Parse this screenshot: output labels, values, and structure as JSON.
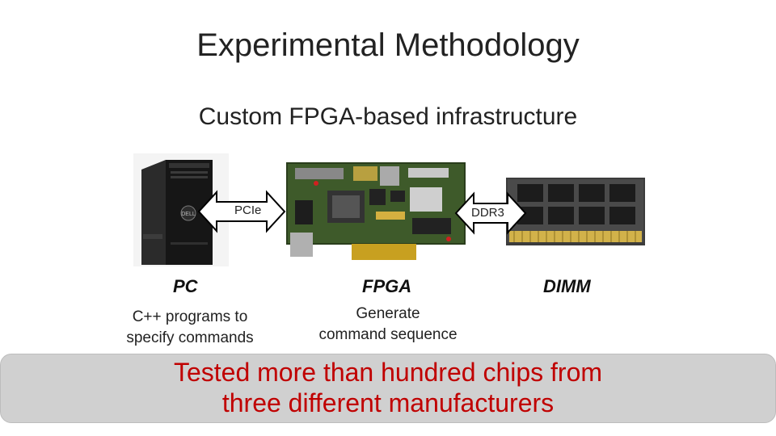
{
  "slide": {
    "title": "Experimental Methodology",
    "subtitle": "Custom FPGA-based infrastructure"
  },
  "diagram": {
    "links": {
      "pcie_label": "PCIe",
      "ddr3_label": "DDR3"
    },
    "components": {
      "pc": {
        "name": "PC",
        "description_line1": "C++ programs to",
        "description_line2": "specify commands",
        "icon": "desktop-tower-icon"
      },
      "fpga": {
        "name": "FPGA",
        "description_line1": "Generate",
        "description_line2": "command sequence",
        "icon": "fpga-board-icon"
      },
      "dimm": {
        "name": "DIMM",
        "icon": "dram-module-icon"
      }
    }
  },
  "banner": {
    "line1": "Tested more than hundred chips from",
    "line2": "three different manufacturers"
  },
  "colors": {
    "accent_text": "#c00000",
    "banner_bg": "#d0d0d0",
    "arrow_fill": "#ffffff",
    "arrow_stroke": "#000000"
  }
}
